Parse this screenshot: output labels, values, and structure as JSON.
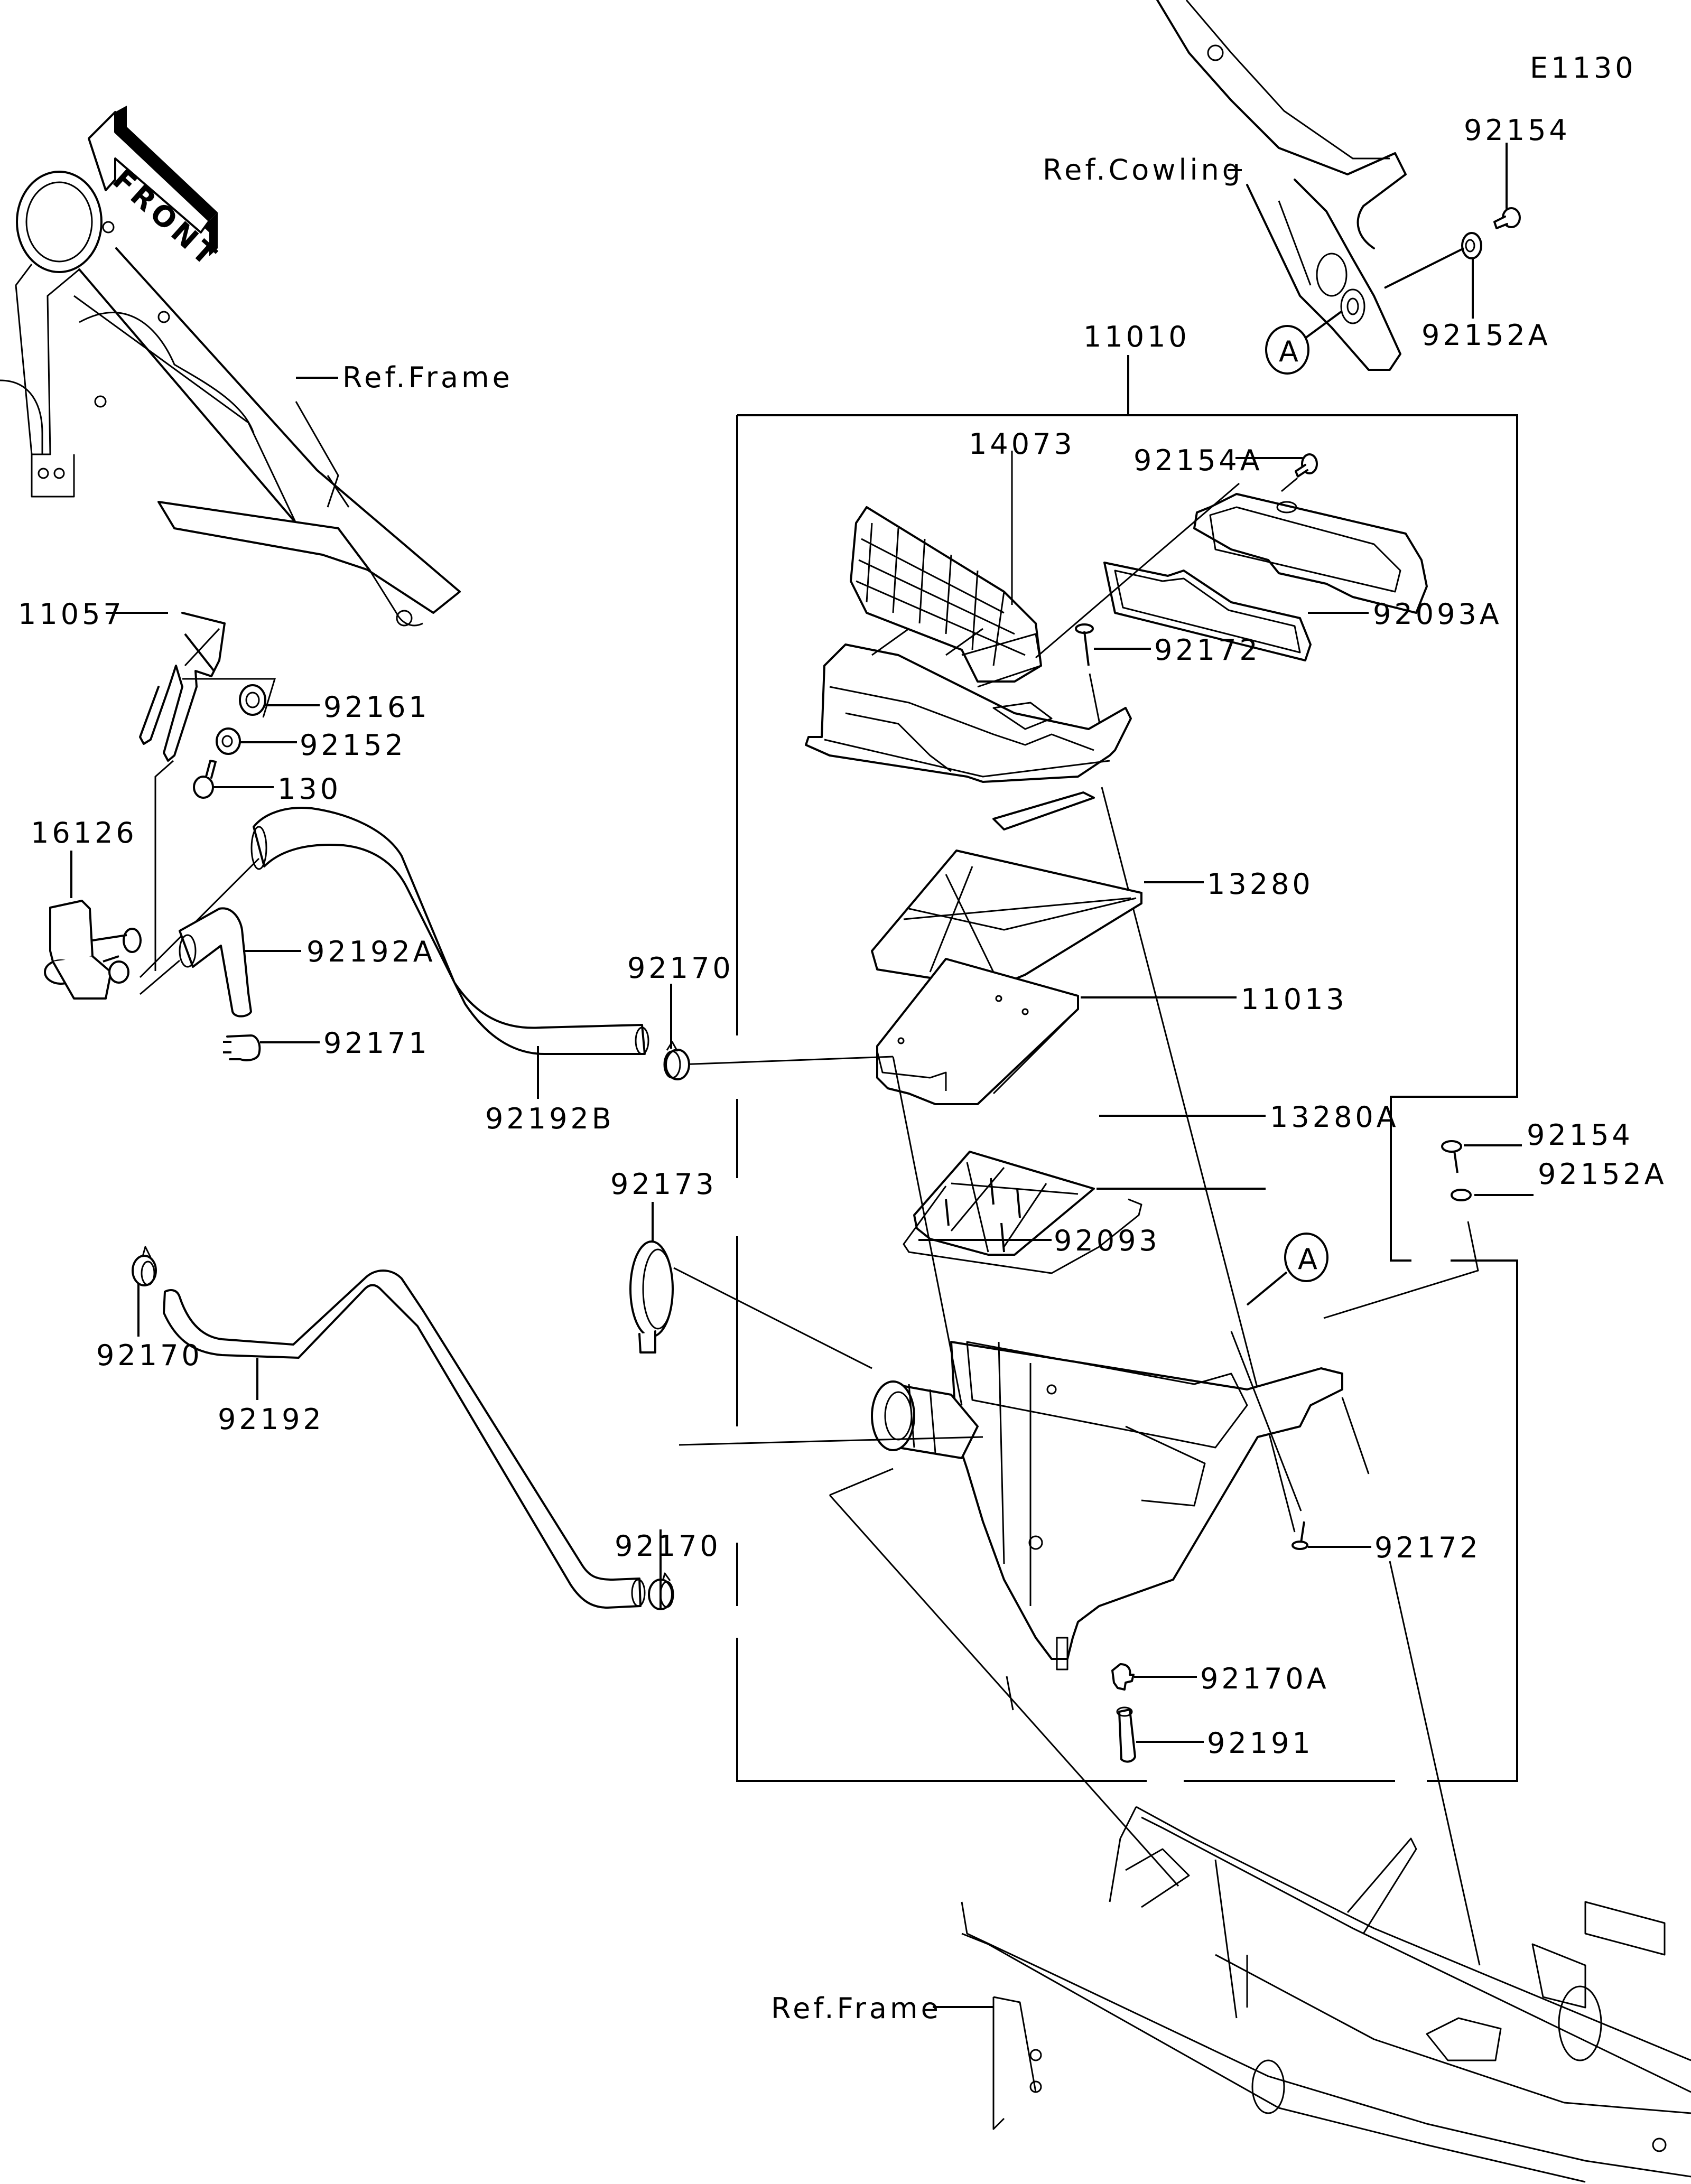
{
  "diagram": {
    "code": "E1130",
    "front_label": "FRONT",
    "reference_labels": {
      "cowling": "Ref.Cowling",
      "frame_top": "Ref.Frame",
      "frame_bottom": "Ref.Frame"
    },
    "callouts": {
      "a_top": "A",
      "a_lower": "A"
    },
    "parts": [
      {
        "id": "p92154_top",
        "number": "92154"
      },
      {
        "id": "p92152A_top",
        "number": "92152A"
      },
      {
        "id": "p11010",
        "number": "11010"
      },
      {
        "id": "p14073",
        "number": "14073"
      },
      {
        "id": "p92154A",
        "number": "92154A"
      },
      {
        "id": "p92093A",
        "number": "92093A"
      },
      {
        "id": "p92172_upper",
        "number": "92172"
      },
      {
        "id": "p11057",
        "number": "11057"
      },
      {
        "id": "p92161",
        "number": "92161"
      },
      {
        "id": "p92152",
        "number": "92152"
      },
      {
        "id": "p130",
        "number": "130"
      },
      {
        "id": "p16126",
        "number": "16126"
      },
      {
        "id": "p13280",
        "number": "13280"
      },
      {
        "id": "p92192A",
        "number": "92192A"
      },
      {
        "id": "p92170_upper",
        "number": "92170"
      },
      {
        "id": "p11013",
        "number": "11013"
      },
      {
        "id": "p92171",
        "number": "92171"
      },
      {
        "id": "p92192B",
        "number": "92192B"
      },
      {
        "id": "p13280A",
        "number": "13280A"
      },
      {
        "id": "p92154_right",
        "number": "92154"
      },
      {
        "id": "p92152A_right",
        "number": "92152A"
      },
      {
        "id": "p92173",
        "number": "92173"
      },
      {
        "id": "p92093",
        "number": "92093"
      },
      {
        "id": "p92170_left",
        "number": "92170"
      },
      {
        "id": "p92192",
        "number": "92192"
      },
      {
        "id": "p92170_lower",
        "number": "92170"
      },
      {
        "id": "p92172_lower",
        "number": "92172"
      },
      {
        "id": "p92170A",
        "number": "92170A"
      },
      {
        "id": "p92191",
        "number": "92191"
      }
    ]
  }
}
